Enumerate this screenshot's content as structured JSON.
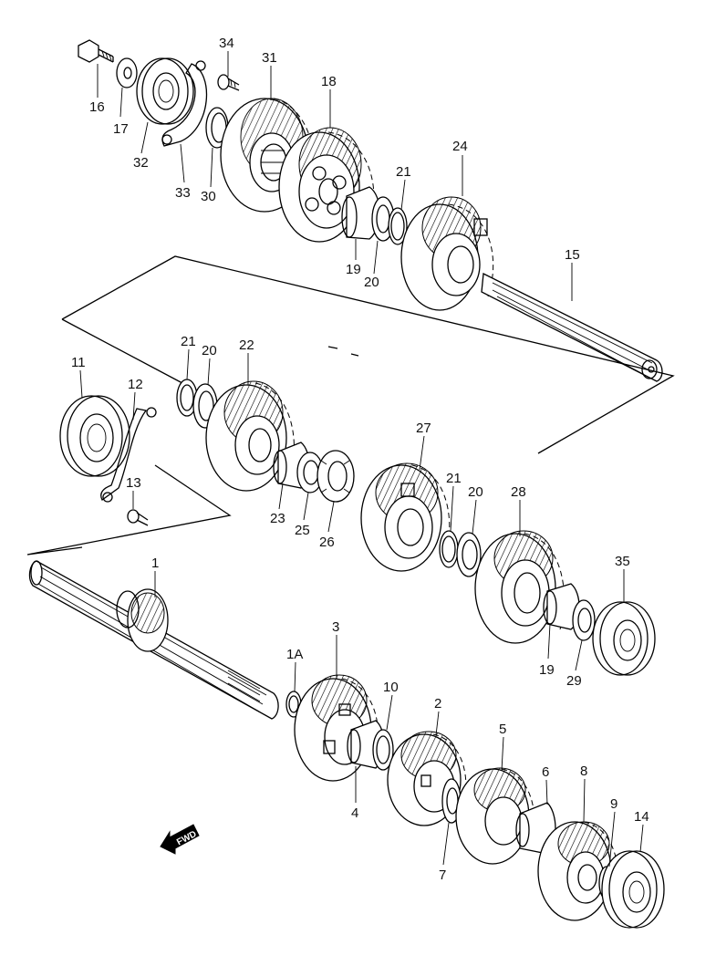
{
  "labels": {
    "p1": "1",
    "p1a": "1A",
    "p2": "2",
    "p3": "3",
    "p4": "4",
    "p5": "5",
    "p6": "6",
    "p7": "7",
    "p8": "8",
    "p9": "9",
    "p10": "10",
    "p11": "11",
    "p12": "12",
    "p13": "13",
    "p14": "14",
    "p15": "15",
    "p16": "16",
    "p17": "17",
    "p18": "18",
    "p19a": "19",
    "p19b": "19",
    "p20a": "20",
    "p20b": "20",
    "p20c": "20",
    "p21a": "21",
    "p21b": "21",
    "p21c": "21",
    "p22": "22",
    "p23": "23",
    "p24": "24",
    "p25": "25",
    "p26": "26",
    "p27": "27",
    "p28": "28",
    "p29": "29",
    "p30": "30",
    "p31": "31",
    "p32": "32",
    "p33": "33",
    "p34": "34",
    "p35": "35"
  },
  "fwd_badge": "FWD"
}
